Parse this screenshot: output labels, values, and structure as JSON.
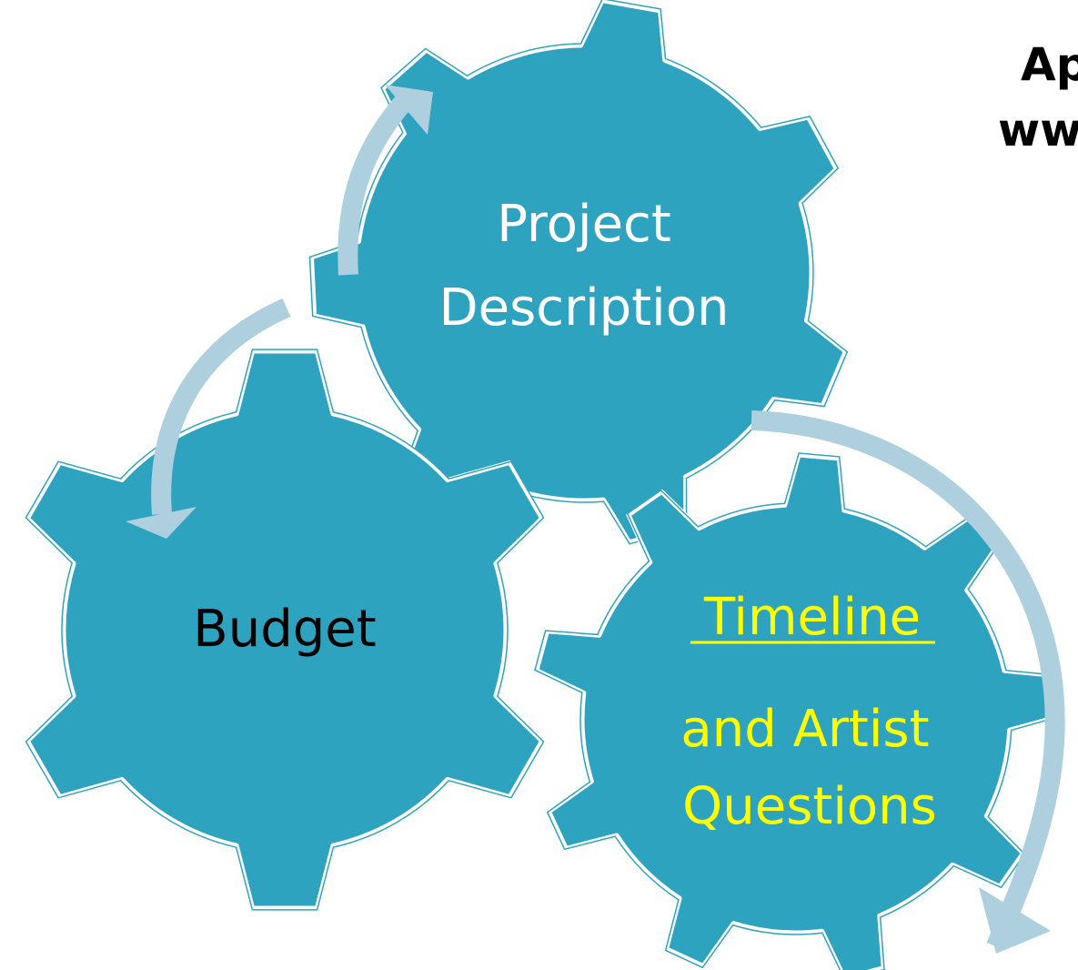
{
  "header": {
    "line1": "Ap",
    "line2": "ww"
  },
  "gears": {
    "project": {
      "line1": "Project",
      "line2": "Description"
    },
    "budget": {
      "label": "Budget"
    },
    "timeline": {
      "line1": "Timeline",
      "line2": "and Artist",
      "line3": "Questions"
    }
  },
  "colors": {
    "gear_fill": "#2ea3c0",
    "gear_stroke": "#ffffff",
    "gear_outline": "#2ea3c0",
    "arrow": "#aecfde",
    "label_white": "#ffffff",
    "label_black": "#000000",
    "label_yellow": "#ffff00"
  },
  "icons": {
    "cycle_arrows": "curved-arrow-icon"
  }
}
